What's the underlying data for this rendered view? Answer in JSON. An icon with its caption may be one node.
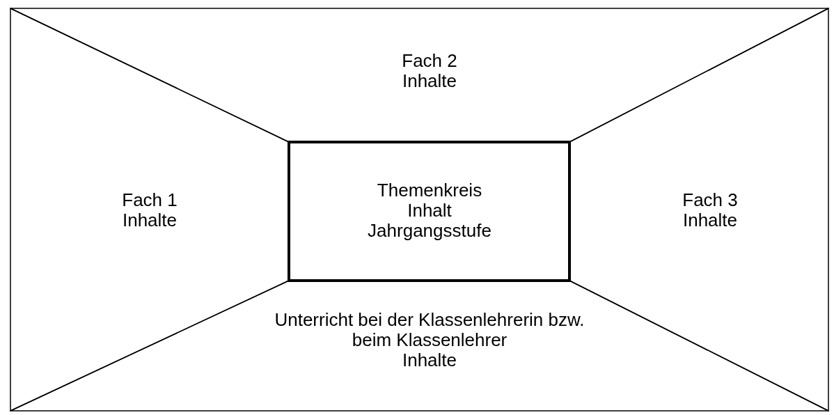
{
  "diagram": {
    "nodes": [
      {
        "text": [
          "Fach 2",
          "Inhalte"
        ]
      },
      {
        "text": [
          "Fach 1",
          "Inhalte"
        ]
      },
      {
        "text": [
          "Themenkreis",
          "Inhalt",
          "Jahrgangsstufe"
        ]
      },
      {
        "text": [
          "Fach 3",
          "Inhalte"
        ]
      },
      {
        "text": [
          "Unterricht bei der Klassenlehrerin bzw. beim Klassenlehrer",
          "Inhalte"
        ]
      }
    ]
  }
}
